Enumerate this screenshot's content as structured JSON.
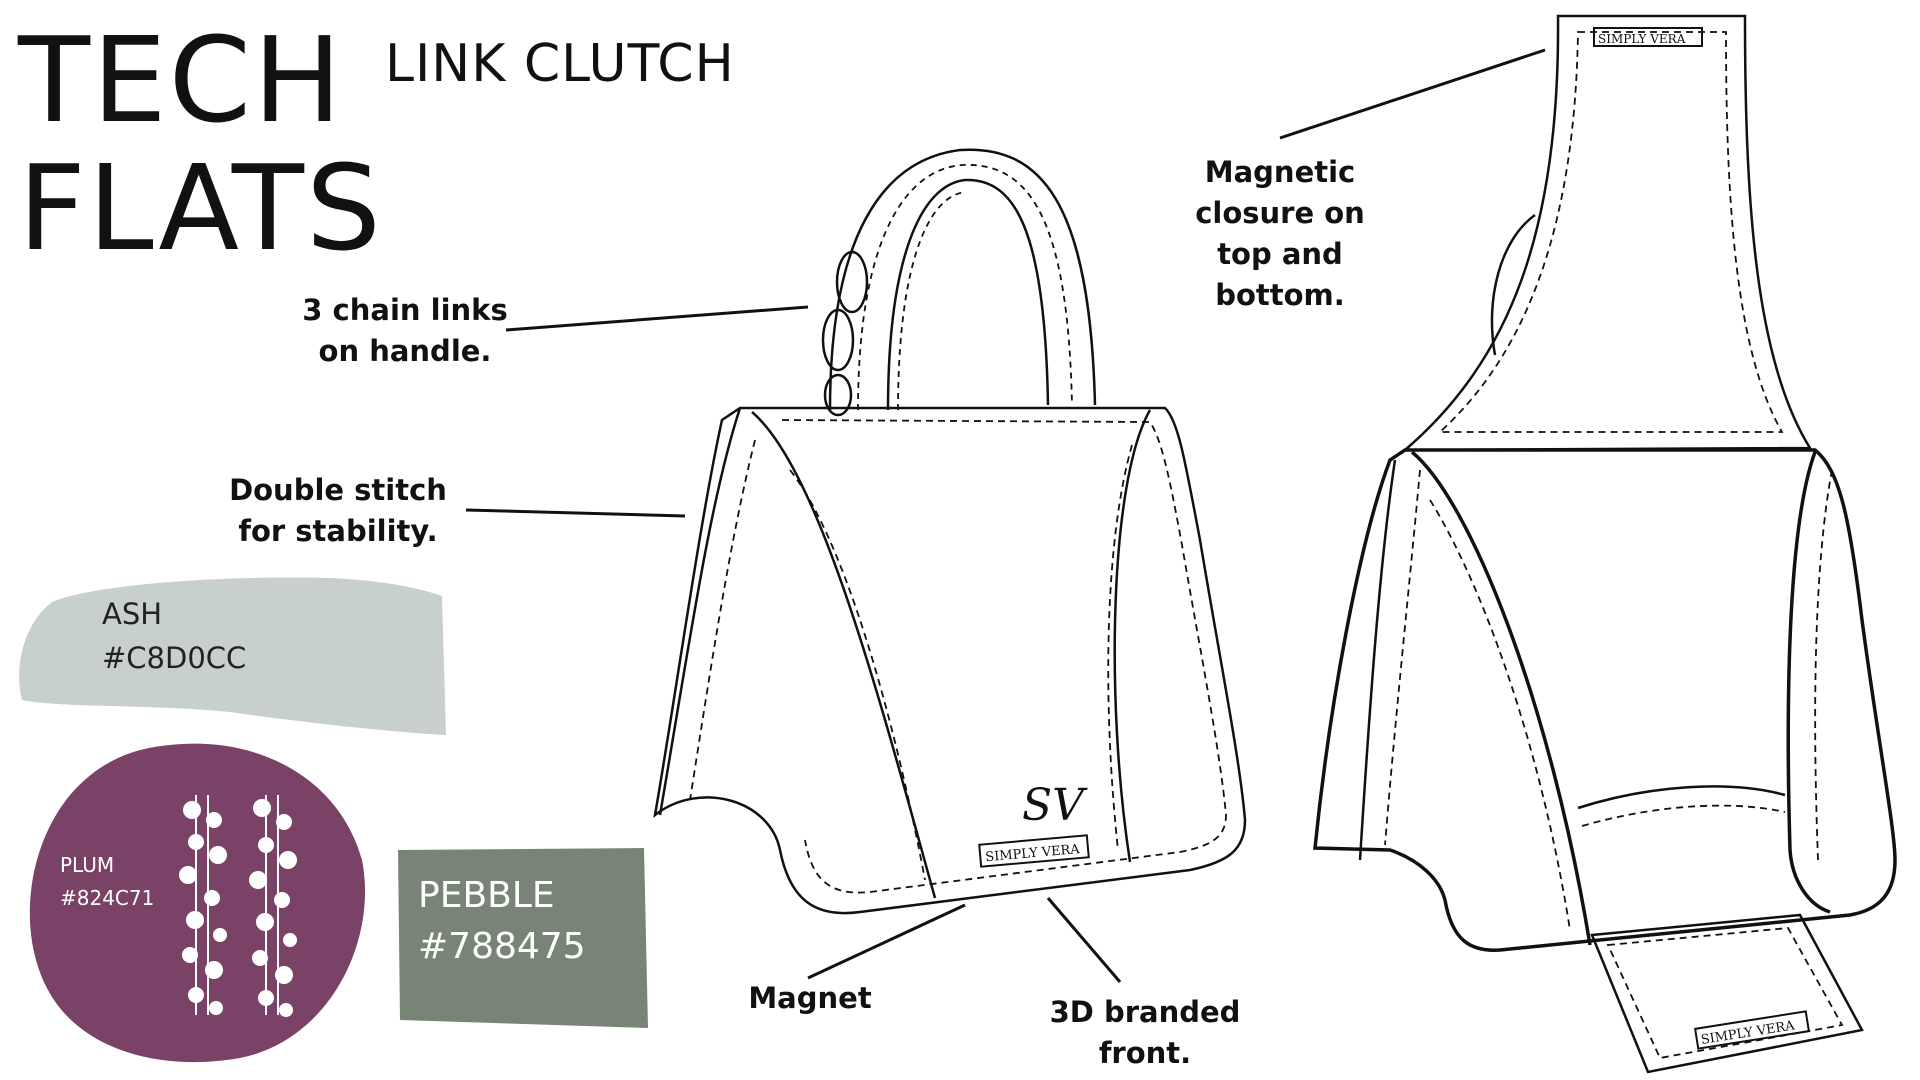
{
  "header": {
    "title": "TECH\nFLATS",
    "subtitle": "LINK CLUTCH"
  },
  "callouts": {
    "chain_links": "3 chain links\non handle.",
    "double_stitch": "Double stitch\nfor stability.",
    "magnet": "Magnet",
    "branded_front": "3D branded\nfront.",
    "magnetic_closure": "Magnetic\nclosure on\ntop and\nbottom."
  },
  "brand": {
    "label": "SIMPLY VERA",
    "monogram": "SV"
  },
  "swatches": {
    "ash": {
      "name": "ASH",
      "hex_label": "#C8D0CC",
      "color": "#C8D0CC"
    },
    "plum": {
      "name": "PLUM",
      "hex_label": "#824C71",
      "color": "#824C71"
    },
    "pebble": {
      "name": "PEBBLE",
      "hex_label": "#788475",
      "color": "#788475"
    }
  }
}
